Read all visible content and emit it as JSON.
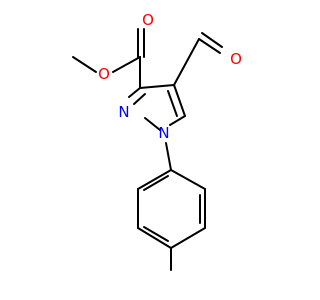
{
  "molecule": {
    "atoms": [
      {
        "id": "O_carbonyl_ester",
        "symbol": "O",
        "color": "#ff0000"
      },
      {
        "id": "O_ether_ester",
        "symbol": "O",
        "color": "#ff0000"
      },
      {
        "id": "O_aldehyde",
        "symbol": "O",
        "color": "#ff0000"
      },
      {
        "id": "N2",
        "symbol": "N",
        "color": "#0000ff"
      },
      {
        "id": "N1",
        "symbol": "N",
        "color": "#0000ff"
      }
    ],
    "bond_color": "#000000"
  }
}
